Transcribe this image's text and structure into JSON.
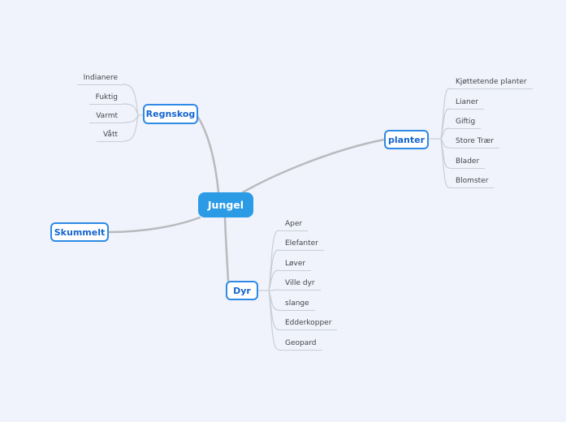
{
  "map": {
    "root": {
      "label": "Jungel"
    },
    "branches": [
      {
        "label": "Regnskog",
        "children": [
          "Indianere",
          "Fuktig",
          "Varmt",
          "Vått"
        ]
      },
      {
        "label": "planter",
        "children": [
          "Kjøttetende planter",
          "Lianer",
          "Giftig",
          "Store Trær",
          "Blader",
          "Blomster"
        ]
      },
      {
        "label": "Skummelt",
        "children": []
      },
      {
        "label": "Dyr",
        "children": [
          "Aper",
          "Elefanter",
          "Løver",
          "Ville dyr",
          "slange",
          "Edderkopper",
          "Geopard"
        ]
      }
    ]
  },
  "colors": {
    "background": "#f0f3fb",
    "root_fill": "#2b9be6",
    "root_text": "#ffffff",
    "branch_fill": "#ffffff",
    "branch_border": "#2e8ae6",
    "branch_text": "#1565d0",
    "main_edge": "#b8babe",
    "leaf_edge": "#c9cdd6",
    "leaf_text": "#43464c"
  }
}
